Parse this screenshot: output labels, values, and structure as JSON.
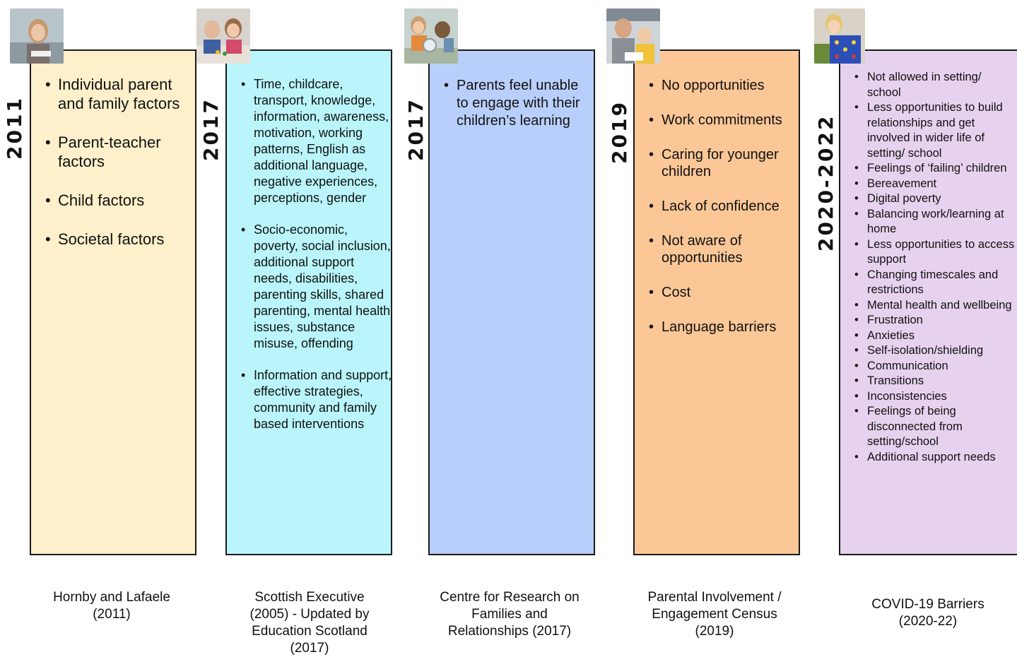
{
  "columns": [
    {
      "year": "2011",
      "color": "#fdf0cb",
      "photo": "child-reading-photo",
      "items": [
        "Individual parent and family factors",
        "Parent-teacher factors",
        "Child factors",
        "Societal factors"
      ],
      "caption": "Hornby and Lafaele (2011)"
    },
    {
      "year": "2017",
      "color": "#b9f5fb",
      "photo": "children-playing-photo",
      "items": [
        "Time, childcare, transport, knowledge, information, awareness, motivation, working patterns, English as additional language, negative experiences, perceptions, gender",
        "Socio-economic, poverty, social inclusion, additional support needs, disabilities, parenting skills, shared parenting, mental health issues, substance misuse, offending",
        "Information and support, effective strategies, community and family based interventions"
      ],
      "caption": "Scottish Executive (2005) - Updated by Education Scotland (2017)"
    },
    {
      "year": "2017",
      "color": "#b9cffb",
      "photo": "children-experiment-photo",
      "items": [
        "Parents feel unable to engage with their children’s learning"
      ],
      "caption": "Centre for Research on Families and Relationships (2017)"
    },
    {
      "year": "2019",
      "color": "#fbc797",
      "photo": "adult-child-learning-photo",
      "items": [
        "No opportunities",
        "Work commitments",
        "Caring for younger children",
        "Lack of confidence",
        "Not aware of opportunities",
        "Cost",
        "Language barriers"
      ],
      "caption": "Parental Involvement / Engagement Census (2019)"
    },
    {
      "year": "2020-2022",
      "color": "#e6d2ee",
      "photo": "child-game-photo",
      "items": [
        "Not allowed in setting/ school",
        "Less opportunities to build relationships and get involved in wider life of setting/ school",
        "Feelings of ‘failing’ children",
        "Bereavement",
        "Digital poverty",
        "Balancing work/learning at home",
        "Less opportunities to access support",
        "Changing timescales and restrictions",
        "Mental health and wellbeing",
        "Frustration",
        "Anxieties",
        "Self-isolation/shielding",
        "Communication",
        "Transitions",
        "Inconsistencies",
        "Feelings of being disconnected from setting/school",
        "Additional support needs"
      ],
      "caption": "COVID-19 Barriers (2020-22)"
    }
  ]
}
